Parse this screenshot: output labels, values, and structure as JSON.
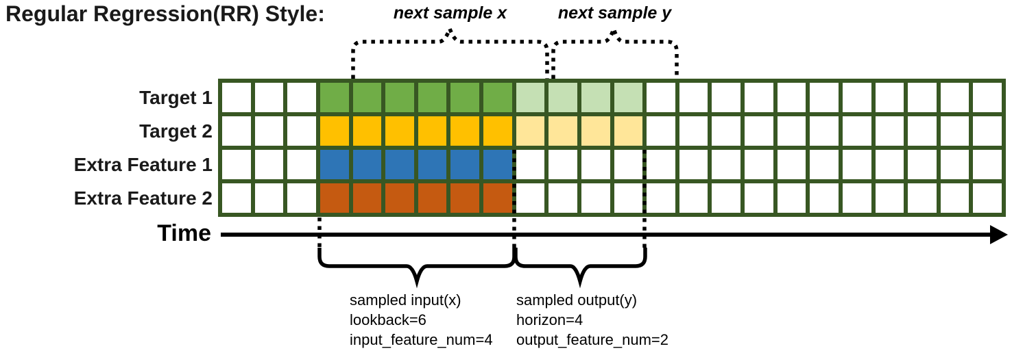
{
  "title": "Regular Regression(RR) Style:",
  "annotations": {
    "next_sample_x": "next sample x",
    "next_sample_y": "next sample y"
  },
  "rows": [
    {
      "label": "Target 1",
      "input_color": "#70AD47",
      "output_color": "#C5E0B4",
      "has_output": true
    },
    {
      "label": "Target 2",
      "input_color": "#FFC000",
      "output_color": "#FFE699",
      "has_output": true
    },
    {
      "label": "Extra Feature 1",
      "input_color": "#2E75B6",
      "output_color": null,
      "has_output": false
    },
    {
      "label": "Extra Feature 2",
      "input_color": "#C55A11",
      "output_color": null,
      "has_output": false
    }
  ],
  "grid": {
    "num_columns": 24,
    "num_rows": 4,
    "input_start_col": 3,
    "lookback": 6,
    "horizon": 4,
    "line_color": "#385723",
    "cell_color": "#FFFFFF"
  },
  "time_axis": {
    "label": "Time"
  },
  "input_annotation": {
    "lines": [
      "sampled input(x)",
      "lookback=6",
      "input_feature_num=4"
    ]
  },
  "output_annotation": {
    "lines": [
      "sampled output(y)",
      "horizon=4",
      "output_feature_num=2"
    ]
  }
}
